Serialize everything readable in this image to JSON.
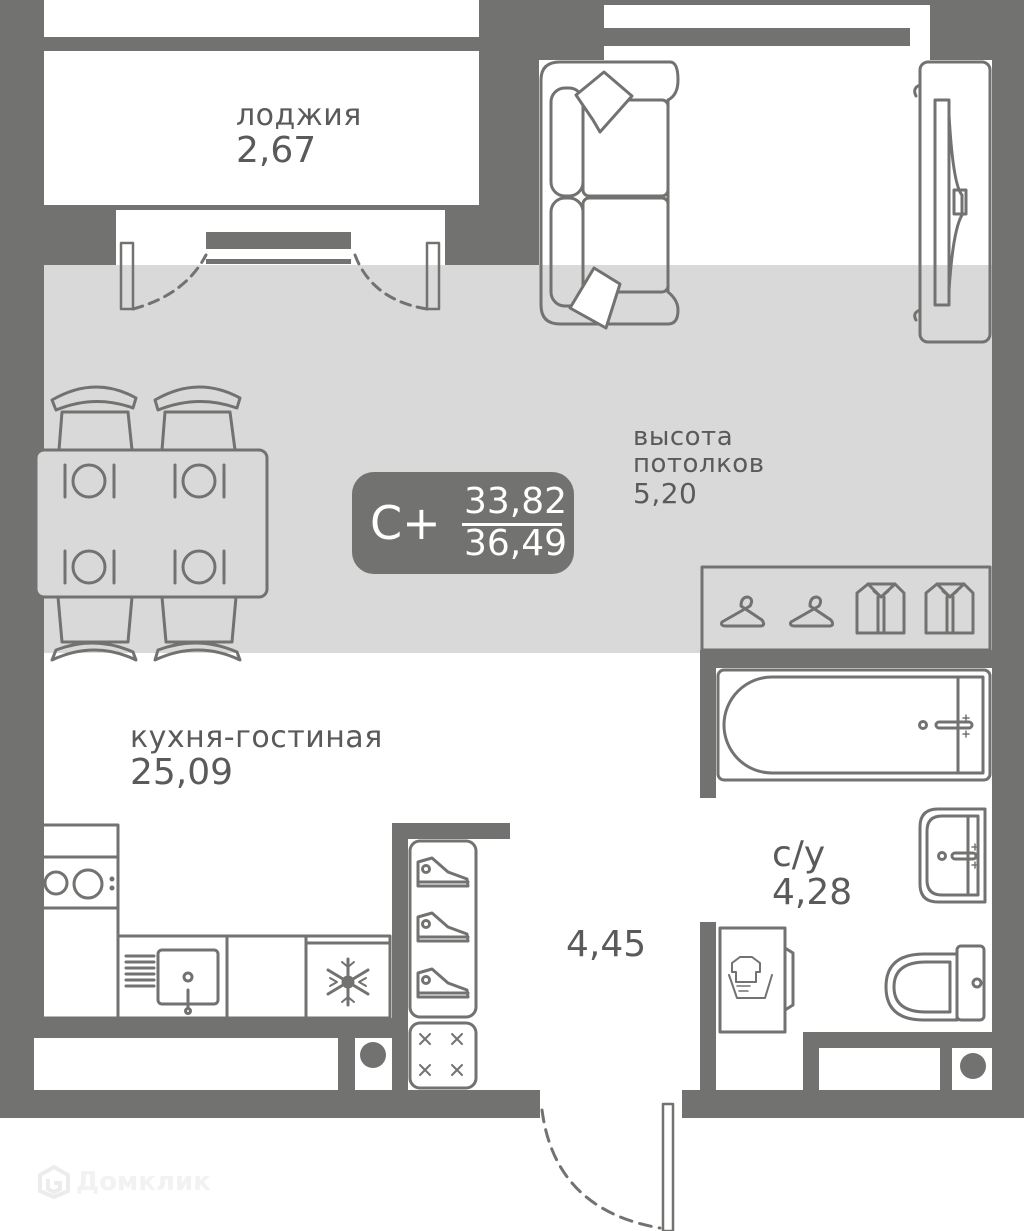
{
  "plan": {
    "type": "studio apartment floor plan",
    "class_badge": {
      "class_label": "C+",
      "living_area": "33,82",
      "total_area": "36,49"
    },
    "rooms": [
      {
        "id": "loggia",
        "name": "лоджия",
        "area": "2,67"
      },
      {
        "id": "kitchen-living",
        "name": "кухня-гостиная",
        "area": "25,09"
      },
      {
        "id": "hallway",
        "name": "",
        "area": "4,45"
      },
      {
        "id": "bathroom",
        "name": "с/у",
        "area": "4,28"
      }
    ],
    "ceiling": {
      "line1": "высота",
      "line2": "потолков",
      "value": "5,20"
    },
    "furniture_icons": [
      "sofa-icon",
      "tv-stand-icon",
      "dining-table-icon",
      "chair-icon",
      "plate-icon",
      "hanger-icon",
      "shirt-icon",
      "bathtub-icon",
      "sink-icon",
      "toilet-icon",
      "washing-machine-icon",
      "shoe-icon",
      "kitchen-stove-icon",
      "kitchen-sink-icon",
      "fridge-icon",
      "riser-icon"
    ],
    "colors": {
      "wall": "#727270",
      "highlight_zone": "#d9d9d9",
      "text": "#5a5a5a",
      "background": "#ffffff"
    }
  },
  "watermark": {
    "text": "Домклик"
  }
}
